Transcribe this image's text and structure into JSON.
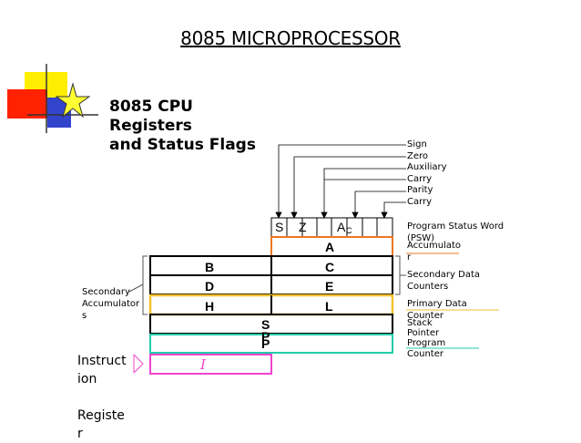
{
  "title": "8085  MICROPROCESSOR",
  "heading": [
    "8085 CPU",
    "Registers",
    "and Status Flags"
  ],
  "flag_cells": [
    "S",
    "Z",
    "A",
    "C"
  ],
  "flag_desc": [
    "Sign",
    "Zero",
    "Auxiliary",
    "Carry",
    "Parity",
    "Carry"
  ],
  "registers": {
    "A": "A",
    "B": "B",
    "C": "C",
    "D": "D",
    "E": "E",
    "H": "H",
    "L": "L",
    "SP": "S",
    "SP2": "P",
    "PC": "P",
    "I": "I"
  },
  "right_labels": {
    "psw": "Program Status Word (PSW)",
    "acc1": "Accumulato",
    "acc2": "r",
    "sdc1": "Secondary Data",
    "sdc2": "Counters",
    "pdc1": "Primary Data",
    "pdc2": "Counter",
    "sp1": "Stack",
    "sp2": "Pointer",
    "pc1": "Program",
    "pc2": "Counter"
  },
  "left_labels": [
    "Secondary",
    "Accumulator",
    "s"
  ],
  "instruction": [
    "Instruct",
    "ion",
    "",
    "Registe",
    "r"
  ],
  "colors": {
    "accumulator": "#ee7722",
    "primary_data": "#f2c12e",
    "program_counter": "#22ccaa",
    "instruction": "#ee44cc"
  }
}
